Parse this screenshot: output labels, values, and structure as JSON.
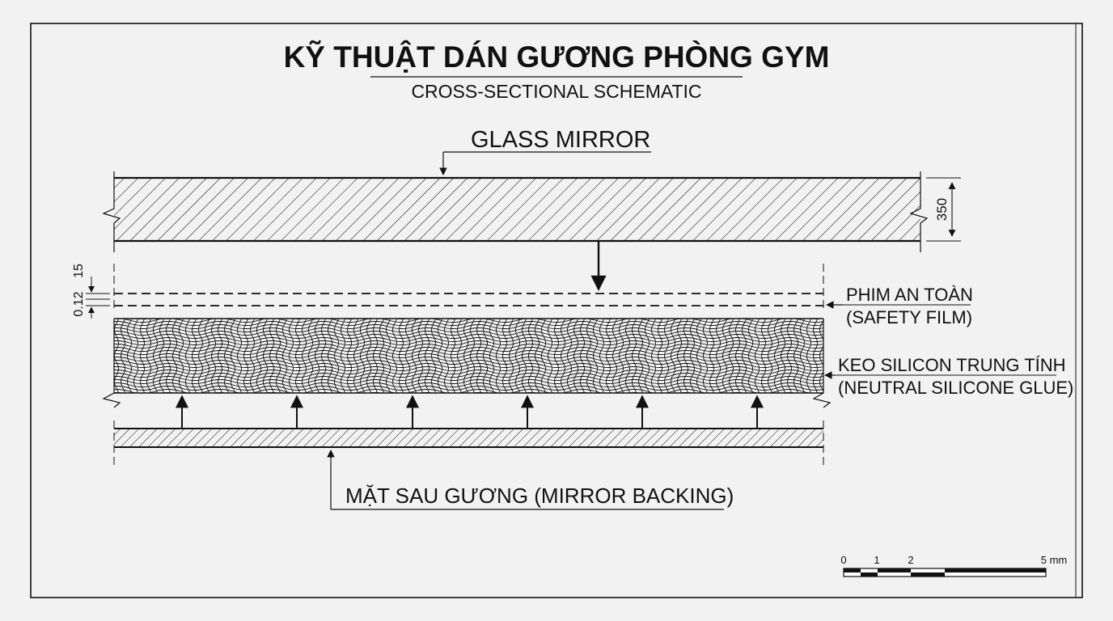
{
  "title": "KỸ THUẬT DÁN GƯƠNG PHÒNG GYM",
  "subtitle": "CROSS-SECTIONAL SCHEMATIC",
  "labels": {
    "glass_mirror": "GLASS MIRROR",
    "safety_film_vi": "PHIM AN TOÀN",
    "safety_film_en": "(SAFETY FILM)",
    "silicone_vi": "KEO SILICON TRUNG TÍNH",
    "silicone_en": "(NEUTRAL SILICONE GLUE)",
    "backing": "MẶT SAU GƯƠNG (MIRROR BACKING)"
  },
  "dimensions": {
    "glass_thickness": "350",
    "film_gap": "15",
    "film_thickness": "0.12"
  },
  "scale_bar": {
    "ticks": [
      "0",
      "1",
      "2",
      "5 mm"
    ]
  },
  "colors": {
    "background": "#f2f2f2",
    "ink": "#111111"
  }
}
